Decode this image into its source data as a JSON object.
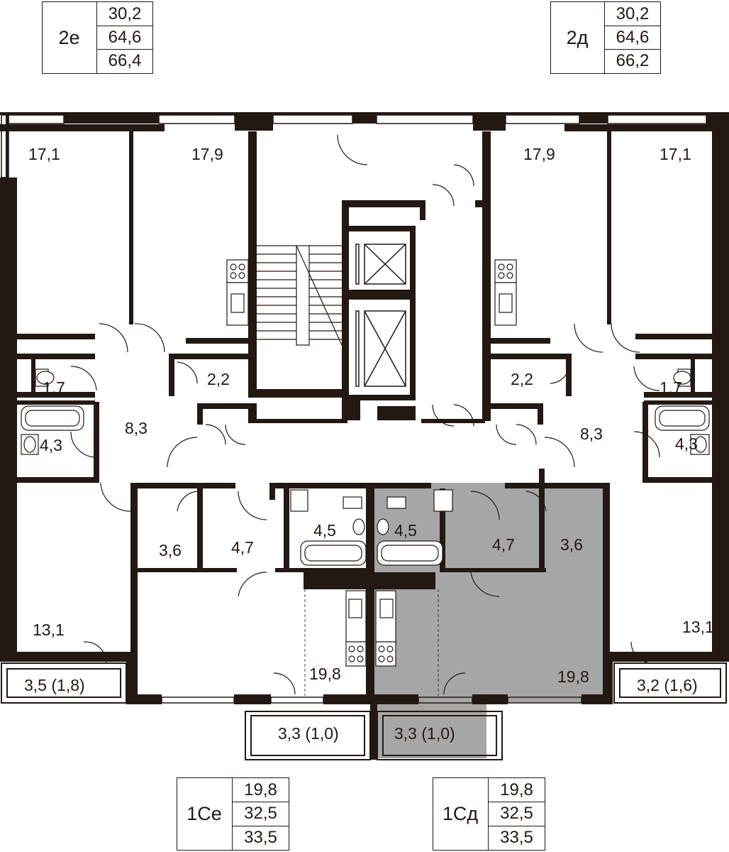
{
  "colors": {
    "wall": "#231812",
    "line": "#231812",
    "highlight": "#a6a6a6",
    "background": "#ffffff"
  },
  "apartments": {
    "2e": {
      "code": "2е",
      "values": [
        "30,2",
        "64,6",
        "66,4"
      ]
    },
    "2d": {
      "code": "2д",
      "values": [
        "30,2",
        "64,6",
        "66,2"
      ]
    },
    "1Ce": {
      "code": "1Се",
      "values": [
        "19,8",
        "32,5",
        "33,5"
      ]
    },
    "1Cd": {
      "code": "1Сд",
      "values": [
        "19,8",
        "32,5",
        "33,5"
      ]
    }
  },
  "rooms": {
    "tl_room": "17,1",
    "tl2_room": "17,9",
    "tr2_room": "17,9",
    "tr_room": "17,1",
    "left_wc": "1,7",
    "left_storage": "2,2",
    "left_hall": "8,3",
    "left_bath": "4,3",
    "right_storage": "2,2",
    "right_wc": "1,7",
    "right_hall": "8,3",
    "right_bath": "4,3",
    "c_storage_l": "3,6",
    "c_hall_l": "4,7",
    "c_bath_l": "4,5",
    "c_bath_r": "4,5",
    "c_hall_r": "4,7",
    "c_storage_r": "3,6",
    "left_bedroom": "13,1",
    "right_bedroom": "13,1",
    "studio_l": "19,8",
    "studio_r": "19,8",
    "balcony_left": "3,5 (1,8)",
    "balcony_right": "3,2 (1,6)",
    "balcony_c_left": "3,3 (1,0)",
    "balcony_c_right": "3,3 (1,0)"
  }
}
